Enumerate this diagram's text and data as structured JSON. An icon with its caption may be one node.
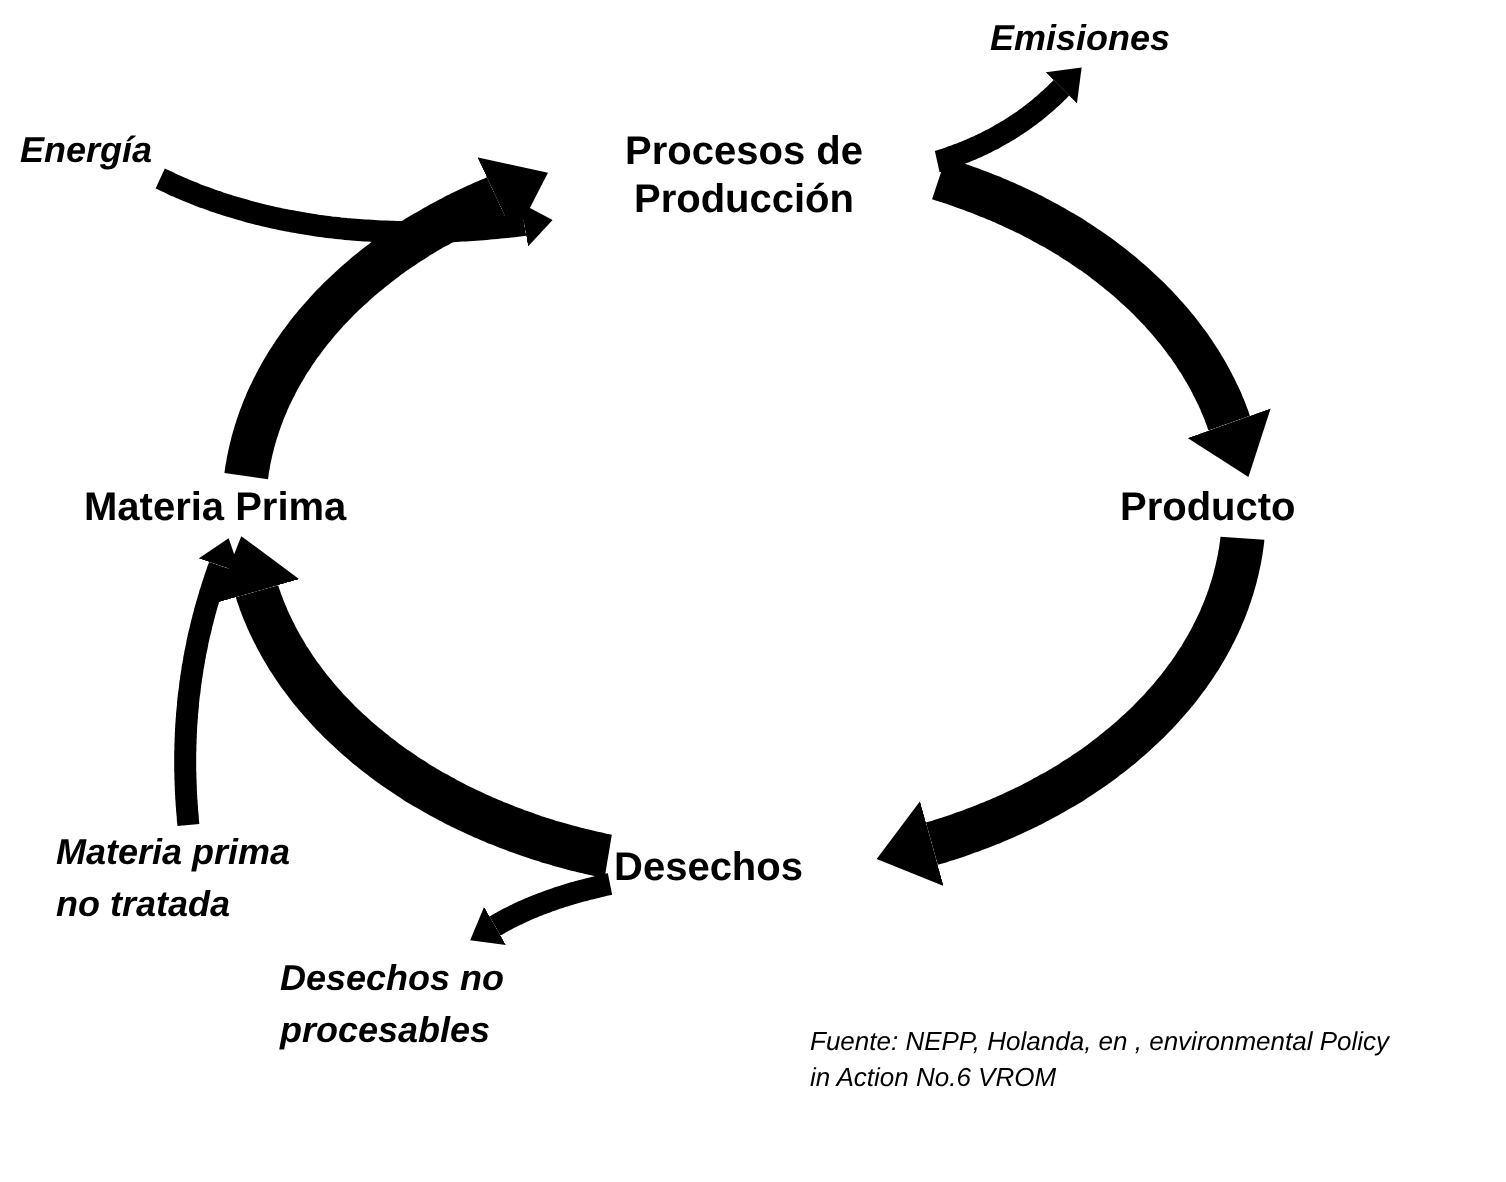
{
  "diagram": {
    "nodes": [
      {
        "text": [
          "Energía"
        ]
      },
      {
        "text": [
          "Emisiones"
        ]
      },
      {
        "text": [
          "Procesos de Producción"
        ]
      },
      {
        "text": [
          "Materia Prima"
        ]
      },
      {
        "text": [
          "Producto"
        ]
      },
      {
        "text": [
          "Desechos"
        ]
      },
      {
        "text": [
          "Materia prima no tratada"
        ]
      },
      {
        "text": [
          "Desechos no procesables"
        ]
      }
    ],
    "edges": [
      {
        "from": 3,
        "to": 2,
        "arrow": "to",
        "style": "thick"
      },
      {
        "from": 2,
        "to": 4,
        "arrow": "to",
        "style": "thick"
      },
      {
        "from": 4,
        "to": 5,
        "arrow": "to",
        "style": "thick"
      },
      {
        "from": 5,
        "to": 3,
        "arrow": "to",
        "style": "thick"
      },
      {
        "from": 0,
        "to": 2,
        "arrow": "to"
      },
      {
        "from": 2,
        "to": 1,
        "arrow": "to"
      },
      {
        "from": 6,
        "to": 3,
        "arrow": "to"
      },
      {
        "from": 5,
        "to": 7,
        "arrow": "to"
      }
    ],
    "labels": [
      "Fuente: NEPP, Holanda, en , environmental Policy in Action No.6 VROM"
    ]
  }
}
